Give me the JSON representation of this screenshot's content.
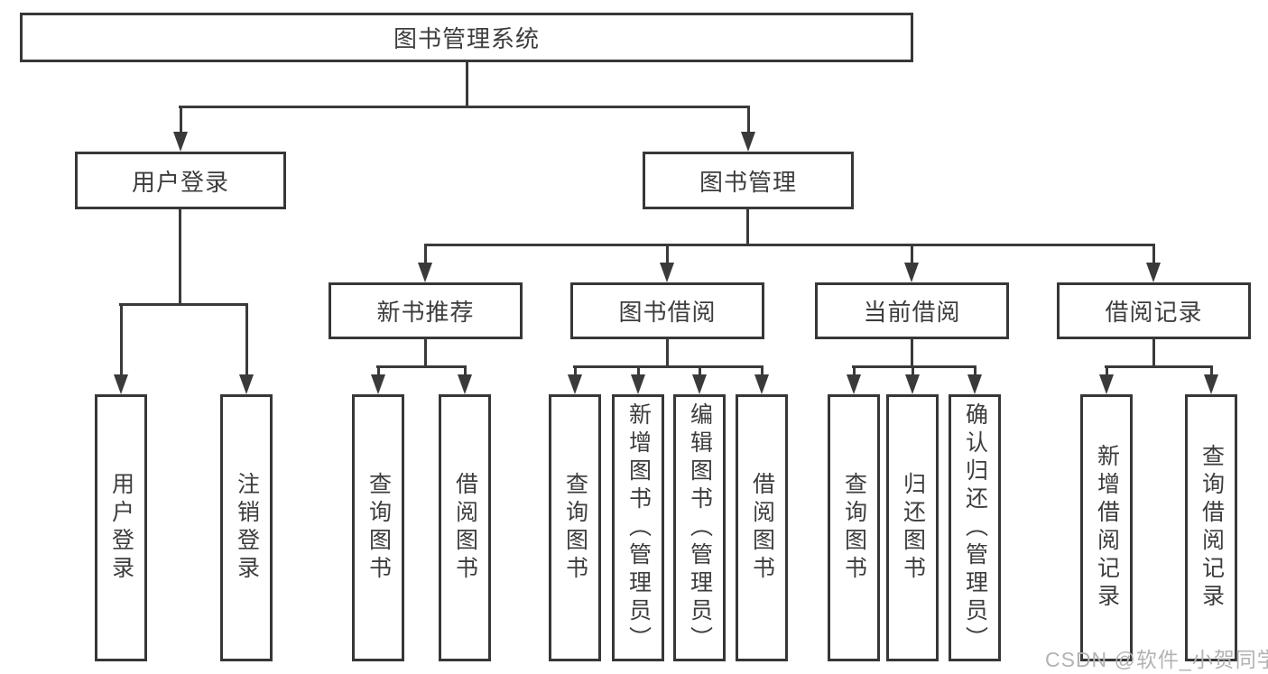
{
  "diagram": {
    "root": {
      "label": "图书管理系统"
    },
    "level2": [
      {
        "id": "user-login",
        "label": "用户登录"
      },
      {
        "id": "book-management",
        "label": "图书管理"
      }
    ],
    "level3": [
      {
        "id": "new-book-recommend",
        "label": "新书推荐"
      },
      {
        "id": "book-borrowing",
        "label": "图书借阅"
      },
      {
        "id": "current-borrowing",
        "label": "当前借阅"
      },
      {
        "id": "borrowing-records",
        "label": "借阅记录"
      }
    ],
    "leaves": [
      {
        "group": "user-login",
        "label": "用户登录"
      },
      {
        "group": "user-login",
        "label": "注销登录"
      },
      {
        "group": "new-book-recommend",
        "label": "查询图书"
      },
      {
        "group": "new-book-recommend",
        "label": "借阅图书"
      },
      {
        "group": "book-borrowing",
        "label": "查询图书"
      },
      {
        "group": "book-borrowing",
        "label": "新增图书（管理员）"
      },
      {
        "group": "book-borrowing",
        "label": "编辑图书（管理员）"
      },
      {
        "group": "book-borrowing",
        "label": "借阅图书"
      },
      {
        "group": "current-borrowing",
        "label": "查询图书"
      },
      {
        "group": "current-borrowing",
        "label": "归还图书"
      },
      {
        "group": "current-borrowing",
        "label": "确认归还（管理员）"
      },
      {
        "group": "borrowing-records",
        "label": "新增借阅记录"
      },
      {
        "group": "borrowing-records",
        "label": "查询借阅记录"
      }
    ]
  },
  "watermark": {
    "text": "CSDN @软件_小贺同学"
  },
  "colors": {
    "line": "#3a3a3a",
    "border": "#373737",
    "text": "#3d3d3d",
    "watermark": "#b3b3b3",
    "background": "#ffffff"
  }
}
